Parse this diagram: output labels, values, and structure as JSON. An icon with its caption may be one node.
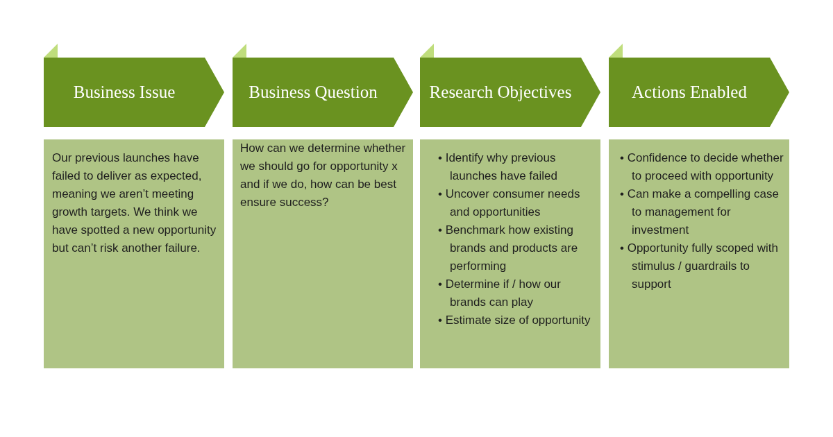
{
  "diagram": {
    "nodes": [
      {
        "text": [
          "Business Issue"
        ]
      },
      {
        "text": [
          "Our previous launches have failed to deliver as expected, meaning we aren’t meeting growth targets. We think we have spotted a new opportunity but can’t risk another failure."
        ]
      },
      {
        "text": [
          "Business Question"
        ]
      },
      {
        "text": [
          "How can we determine whether we should go for opportunity x and if we do, how can be best ensure success?"
        ]
      },
      {
        "text": [
          "Research Objectives"
        ]
      },
      {
        "text": [
          "• Identify why previous launches have failed",
          "• Uncover consumer needs and opportunities",
          "• Benchmark how existing brands and products are performing",
          "• Determine if / how our brands can play",
          "• Estimate size of opportunity"
        ]
      },
      {
        "text": [
          "Actions Enabled"
        ]
      },
      {
        "text": [
          "• Confidence to decide whether to proceed with opportunity",
          "• Can make a compelling case to management for investment",
          "• Opportunity fully scoped with stimulus / guardrails to support"
        ]
      }
    ]
  }
}
